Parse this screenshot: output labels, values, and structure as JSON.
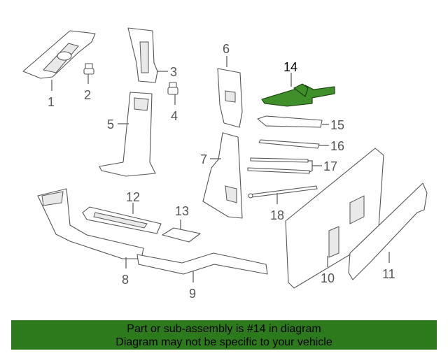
{
  "callouts": {
    "c1": "1",
    "c2": "2",
    "c3": "3",
    "c4": "4",
    "c5": "5",
    "c6": "6",
    "c7": "7",
    "c8": "8",
    "c9": "9",
    "c10": "10",
    "c11": "11",
    "c12": "12",
    "c13": "13",
    "c14": "14",
    "c15": "15",
    "c16": "16",
    "c17": "17",
    "c18": "18"
  },
  "highlight_part": "14",
  "colors": {
    "highlight": "#3f8f2a",
    "banner": "#2d7a1c",
    "line": "#555555"
  },
  "banner": {
    "line1": "Part or sub-assembly is #14 in diagram",
    "line2": "Diagram may not be specific to your vehicle"
  }
}
